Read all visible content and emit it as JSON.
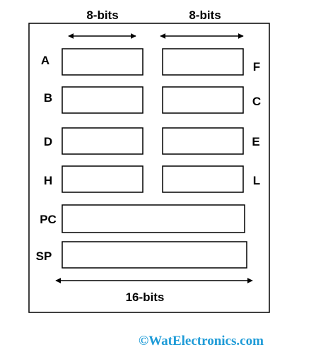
{
  "diagram": {
    "top_width_labels": [
      "8-bits",
      "8-bits"
    ],
    "bottom_width_label": "16-bits",
    "register_pairs": [
      {
        "left": "A",
        "right": "F"
      },
      {
        "left": "B",
        "right": "C"
      },
      {
        "left": "D",
        "right": "E"
      },
      {
        "left": "H",
        "right": "L"
      }
    ],
    "wide_registers": [
      "PC",
      "SP"
    ]
  },
  "watermark": "©WatElectronics.com"
}
